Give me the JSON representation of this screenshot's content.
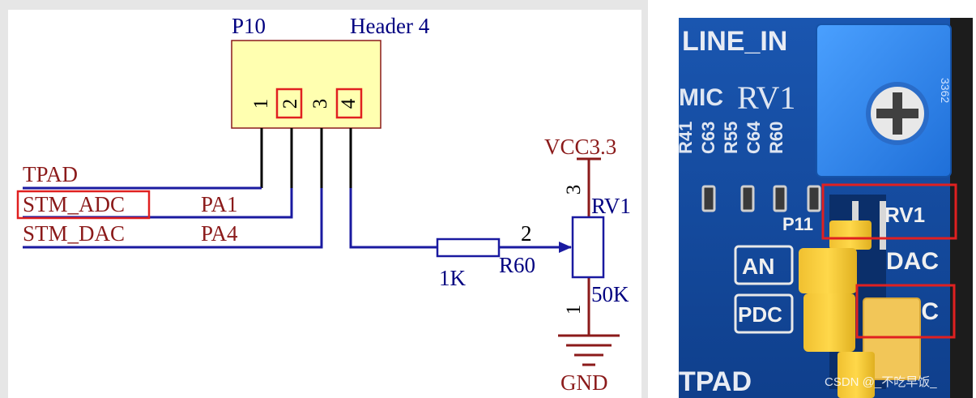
{
  "schematic": {
    "connector": {
      "designator": "P10",
      "value": "Header 4",
      "pins": [
        "1",
        "2",
        "3",
        "4"
      ]
    },
    "nets": {
      "tpad": "TPAD",
      "stm_adc": "STM_ADC",
      "stm_dac": "STM_DAC",
      "pa1": "PA1",
      "pa4": "PA4"
    },
    "resistor": {
      "value": "1K",
      "designator": "R60"
    },
    "potentiometer": {
      "designator": "RV1",
      "value": "50K",
      "pin_top": "3",
      "pin_wiper": "2",
      "pin_bottom": "1"
    },
    "power": {
      "vcc": "VCC3.3",
      "gnd": "GND"
    }
  },
  "photo": {
    "silkscreen": {
      "line_in": "LINE_IN",
      "mic": "MIC",
      "rv1_large": "RV1",
      "parts": [
        "R41",
        "C63",
        "R55",
        "C64",
        "R60"
      ],
      "p11": "P11",
      "rv1_small": "RV1",
      "dac": "DAC",
      "adc": "ADC",
      "an": "AN",
      "pdc": "PDC",
      "tpad": "TPAD",
      "pot_code": "3362"
    },
    "watermark": "CSDN @_不吃早饭_"
  }
}
